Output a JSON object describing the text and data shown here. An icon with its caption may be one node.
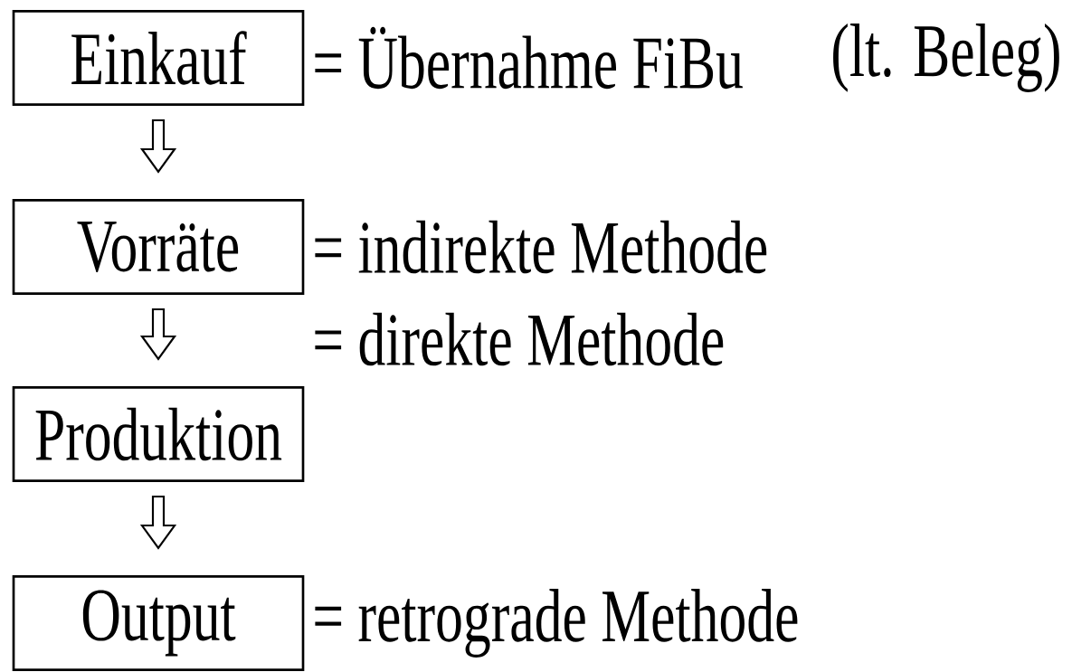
{
  "diagram": {
    "nodes": [
      {
        "text": [
          "Einkauf"
        ],
        "beside": [
          "= Übernahme FiBu"
        ]
      },
      {
        "text": [
          "Vorräte"
        ],
        "beside": [
          "= indirekte Methode"
        ]
      },
      {
        "text": [
          "Produktion"
        ]
      },
      {
        "text": [
          "Output"
        ],
        "beside": [
          "= retrograde Methode"
        ]
      }
    ],
    "edges": [
      {
        "from": 0,
        "to": 1,
        "arrow": "to"
      },
      {
        "from": 1,
        "to": 2,
        "arrow": "to"
      },
      {
        "from": 2,
        "to": 3,
        "arrow": "to"
      }
    ],
    "labels": [
      "(lt. Beleg)",
      "= direkte Methode"
    ]
  }
}
